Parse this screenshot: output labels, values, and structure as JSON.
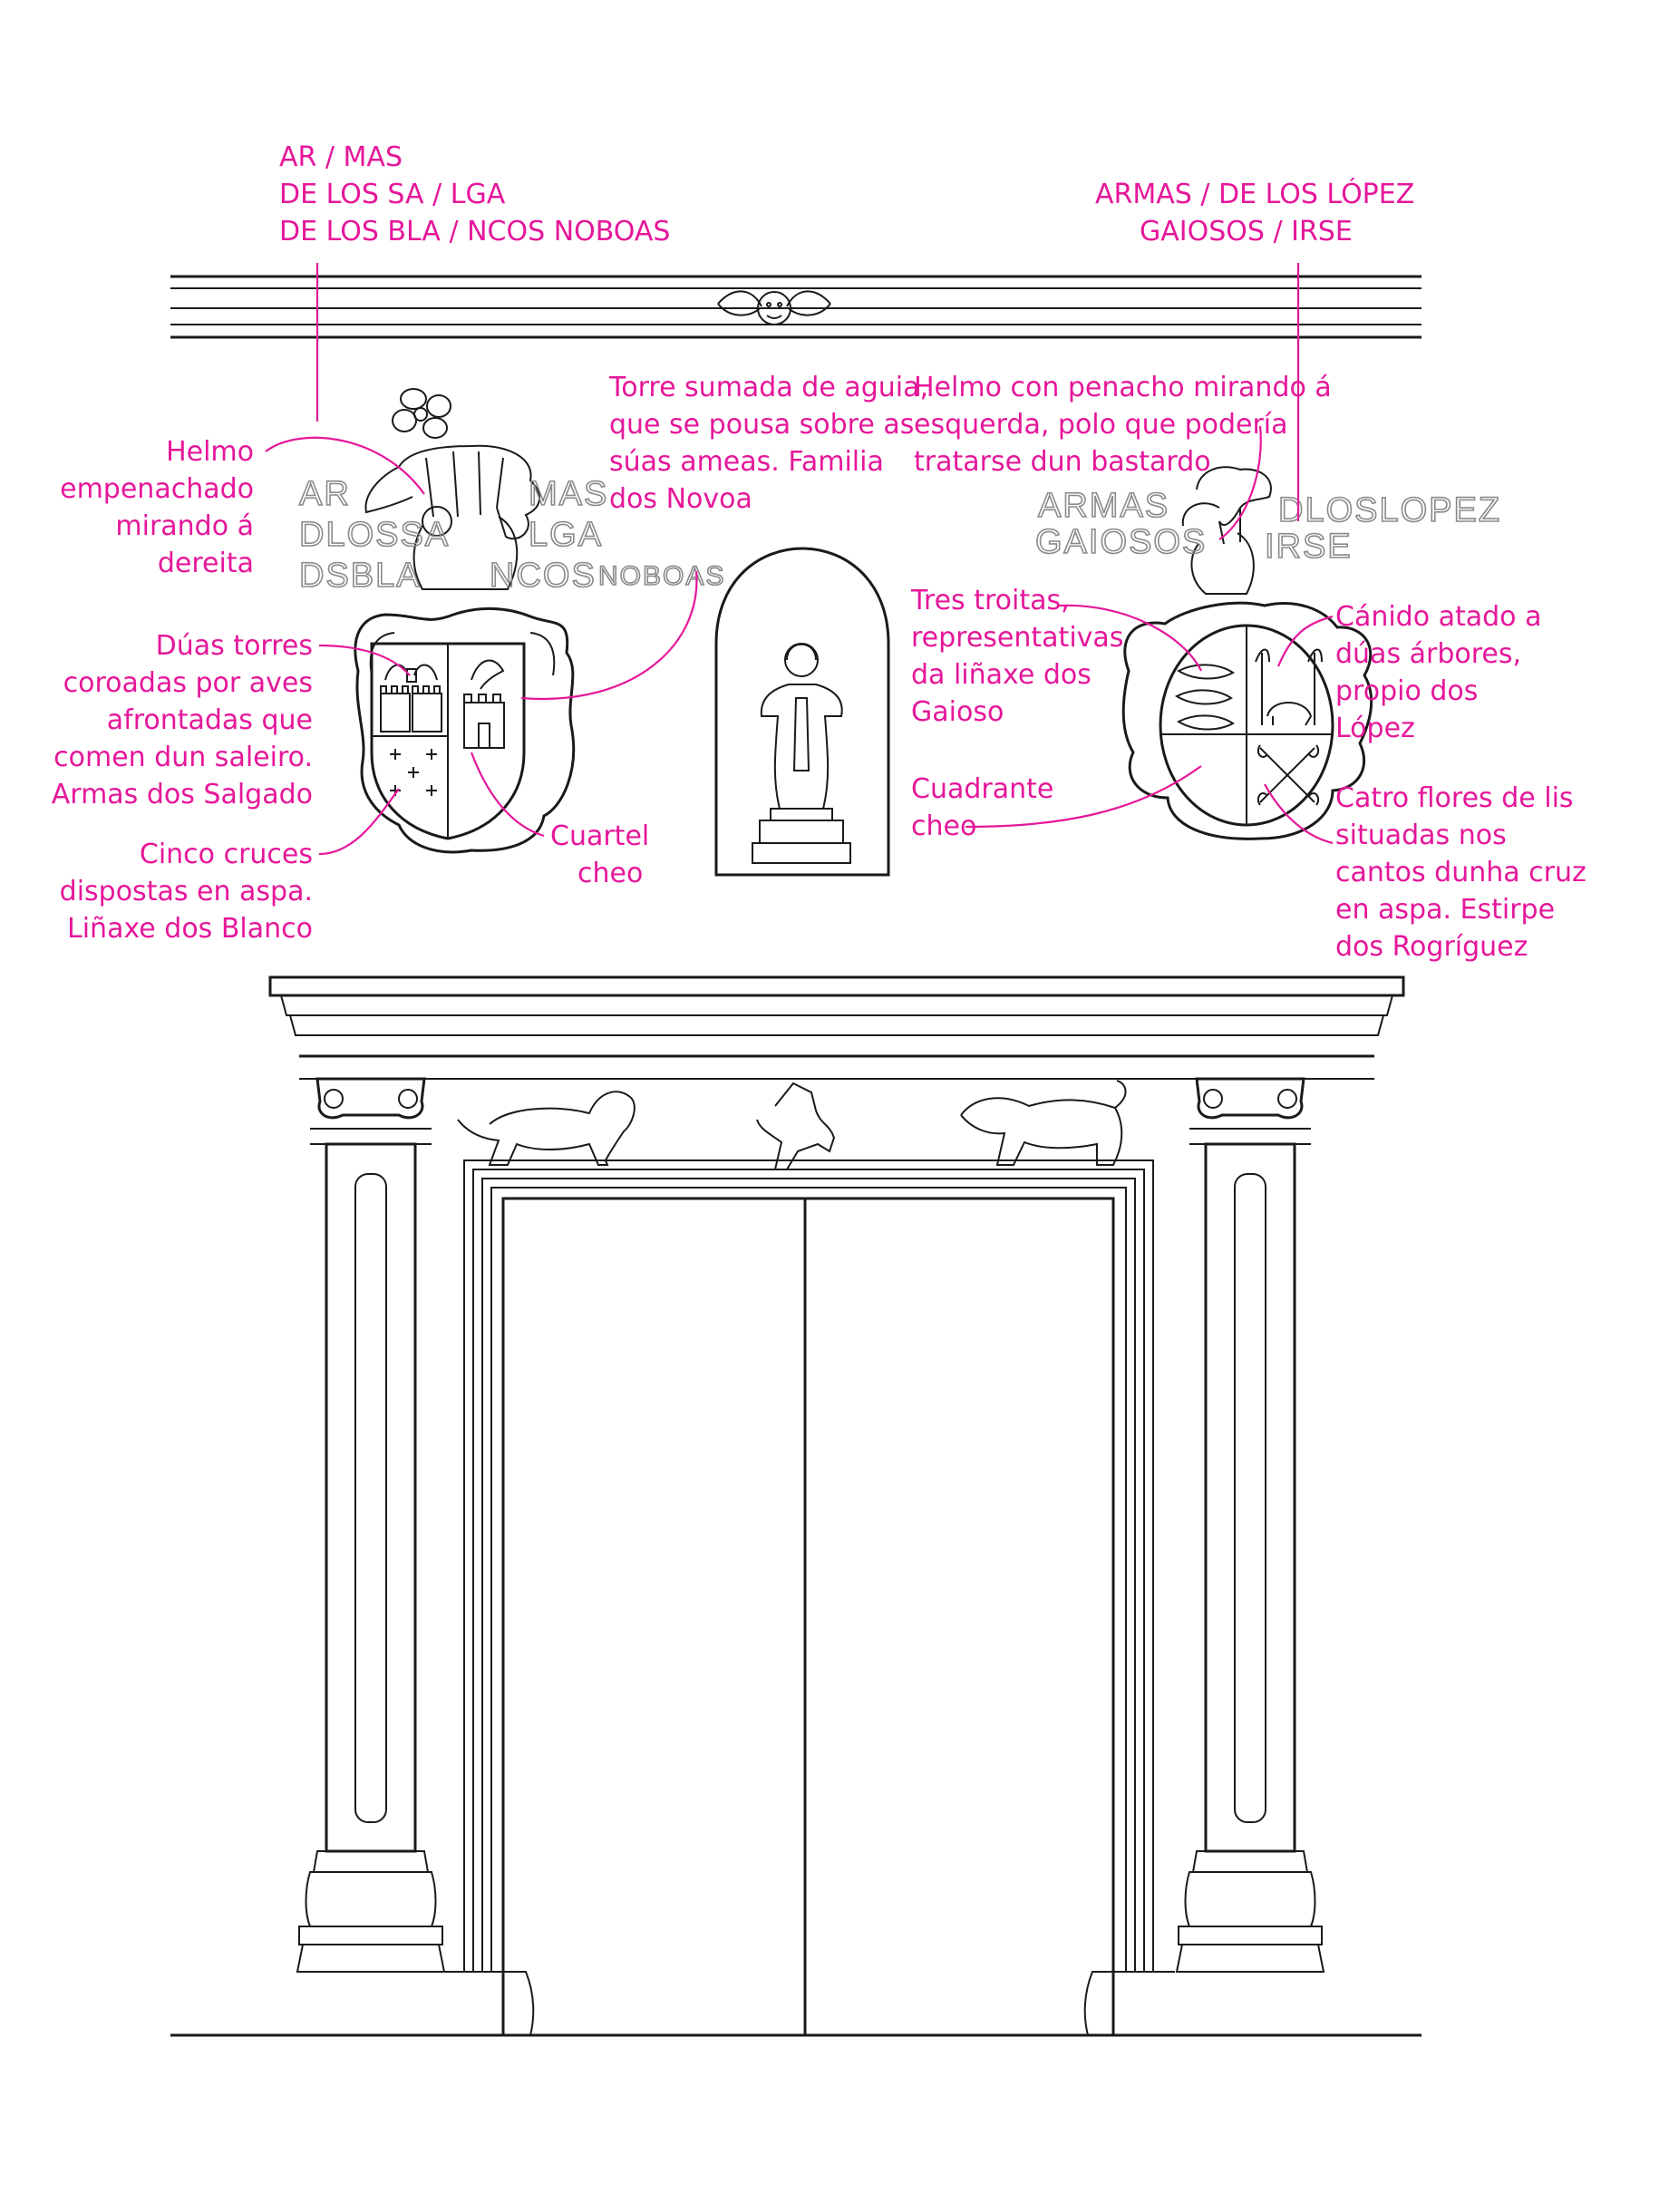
{
  "labels": {
    "inscription_left": [
      "AR / MAS",
      "DE LOS SA / LGA",
      "DE LOS BLA / NCOS NOBOAS"
    ],
    "inscription_right": [
      "ARMAS / DE LOS LÓPEZ",
      "GAIOSOS / IRSE"
    ],
    "helmo_left": [
      "Helmo",
      "empenachado",
      "mirando á",
      "dereita"
    ],
    "torre": [
      "Torre sumada de aguia,",
      "que se pousa sobre as",
      "súas ameas. Familia",
      "dos Novoa"
    ],
    "helmo_right": [
      "Helmo con penacho mirando á",
      "esquerda, polo que podería",
      "tratarse dun bastardo"
    ],
    "duas_torres": [
      "Dúas torres",
      "coroadas por aves",
      "afrontadas que",
      "comen dun saleiro.",
      "Armas dos Salgado"
    ],
    "cinco_cruces": [
      "Cinco cruces",
      "dispostas en aspa.",
      "Liñaxe dos Blanco"
    ],
    "cuartel": [
      "Cuartel",
      "cheo"
    ],
    "tres_troitas": [
      "Tres troitas,",
      "representativas",
      "da liñaxe dos",
      "Gaioso"
    ],
    "cuadrante": [
      "Cuadrante",
      "cheo"
    ],
    "canido": [
      "Cánido atado a",
      "dúas árbores,",
      "propio dos",
      "López"
    ],
    "catro_flores": [
      "Catro flores de lis",
      "situadas nos",
      "cantos dunha cruz",
      "en aspa. Estirpe",
      "dos Rogríguez"
    ]
  },
  "stone_inscriptions": {
    "left": [
      "AR",
      "MAS",
      "DLOSSA",
      "LGA",
      "DSBLA",
      "NCOS",
      "NOBOAS"
    ],
    "right": [
      "ARMAS",
      "DLOSLOPEZ",
      "GAIOSOS",
      "IRSE"
    ]
  },
  "colors": {
    "annotation": "#e5179a",
    "line": "#1a1a1a",
    "inscription": "#8a8a8a"
  }
}
